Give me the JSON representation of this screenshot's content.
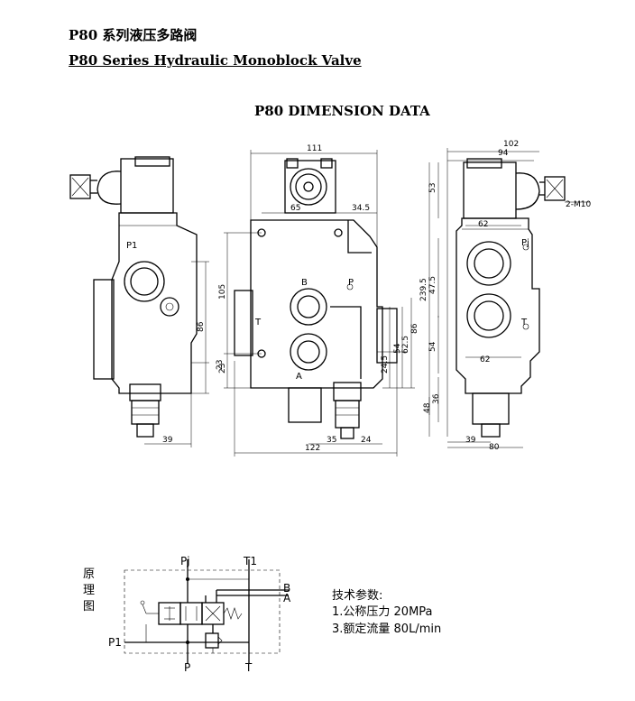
{
  "header": {
    "title_cn": "P80  系列液压多路阀",
    "title_en": "P80 Series Hydraulic Monoblock Valve",
    "section_title": "P80 DIMENSION DATA"
  },
  "views": {
    "side": {
      "port": "P1",
      "dims": [
        "86",
        "23",
        "39"
      ]
    },
    "front": {
      "ports": [
        "B",
        "P",
        "T",
        "A"
      ],
      "dims": [
        "111",
        "65",
        "34.5",
        "105",
        "23",
        "24.5",
        "54",
        "62.5",
        "86",
        "35",
        "24",
        "122"
      ]
    },
    "right": {
      "ports": [
        "Pj",
        "T"
      ],
      "dims": [
        "102",
        "94",
        "53",
        "2-M10",
        "62",
        "239.5",
        "47.5",
        "54",
        "62",
        "48",
        "36",
        "39",
        "80"
      ]
    }
  },
  "schematic": {
    "label_cn": [
      "原",
      "理",
      "图"
    ],
    "ports": {
      "pj": "Pj",
      "t1": "T1",
      "b": "B",
      "a": "A",
      "p1": "P1",
      "p": "P",
      "t": "T"
    }
  },
  "tech": {
    "heading": "技术参数:",
    "items": [
      "1.公称压力  20MPa",
      "3.额定流量  80L/min"
    ]
  }
}
